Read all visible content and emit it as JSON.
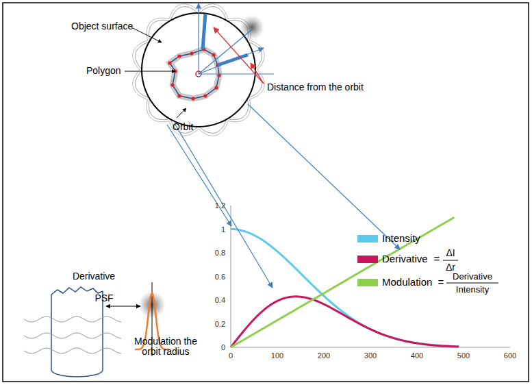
{
  "diagram": {
    "labels": [
      "Object surface",
      "Distance from the orbit",
      "Polygon",
      "Orbit",
      "Derivative",
      "PSF",
      "Modulation the orbit radius",
      "1.2",
      "1",
      "0.8",
      "0.6",
      "0.4",
      "0.2",
      "0",
      "0",
      "100",
      "200",
      "300",
      "400",
      "500",
      "600",
      "=",
      "ΔI",
      "Δr",
      "=",
      "Derivative",
      "Intensity"
    ],
    "legend": [
      {
        "text": "Intensity",
        "color": "#5ccbeb"
      },
      {
        "text": "Derivative",
        "color": "#c8175f"
      },
      {
        "text": "Modulation",
        "color": "#8dd04c"
      }
    ]
  }
}
